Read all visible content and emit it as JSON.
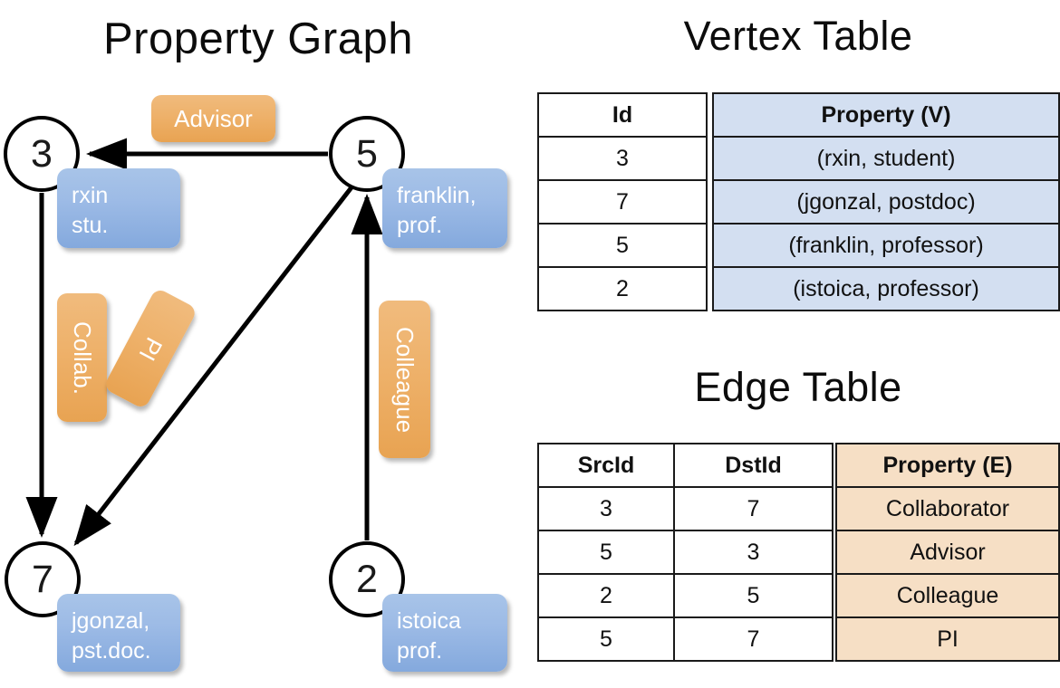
{
  "titles": {
    "property_graph": "Property Graph",
    "vertex_table": "Vertex Table",
    "edge_table": "Edge Table"
  },
  "colors": {
    "vertex_property_fill": "#d3dff1",
    "edge_property_fill": "#f6dfc5",
    "node_box_blue": "#9dbbe6",
    "edge_label_orange": "#eeb16a",
    "stroke": "#000000"
  },
  "graph": {
    "nodes": [
      {
        "id": "3",
        "property_line1": "rxin",
        "property_line2": "stu."
      },
      {
        "id": "5",
        "property_line1": "franklin,",
        "property_line2": "prof."
      },
      {
        "id": "7",
        "property_line1": "jgonzal,",
        "property_line2": "pst.doc."
      },
      {
        "id": "2",
        "property_line1": "istoica",
        "property_line2": "prof."
      }
    ],
    "edge_labels": [
      {
        "name": "advisor",
        "text": "Advisor",
        "orientation": "horizontal"
      },
      {
        "name": "collab",
        "text": "Collab.",
        "orientation": "vertical"
      },
      {
        "name": "pi",
        "text": "PI",
        "orientation": "rotated"
      },
      {
        "name": "colleague",
        "text": "Colleague",
        "orientation": "vertical"
      }
    ]
  },
  "vertex_table": {
    "headers": {
      "id": "Id",
      "property": "Property (V)"
    },
    "rows": [
      {
        "id": "3",
        "property": "(rxin, student)"
      },
      {
        "id": "7",
        "property": "(jgonzal, postdoc)"
      },
      {
        "id": "5",
        "property": "(franklin, professor)"
      },
      {
        "id": "2",
        "property": "(istoica, professor)"
      }
    ]
  },
  "edge_table": {
    "headers": {
      "src": "SrcId",
      "dst": "DstId",
      "property": "Property (E)"
    },
    "rows": [
      {
        "src": "3",
        "dst": "7",
        "property": "Collaborator"
      },
      {
        "src": "5",
        "dst": "3",
        "property": "Advisor"
      },
      {
        "src": "2",
        "dst": "5",
        "property": "Colleague"
      },
      {
        "src": "5",
        "dst": "7",
        "property": "PI"
      }
    ]
  }
}
